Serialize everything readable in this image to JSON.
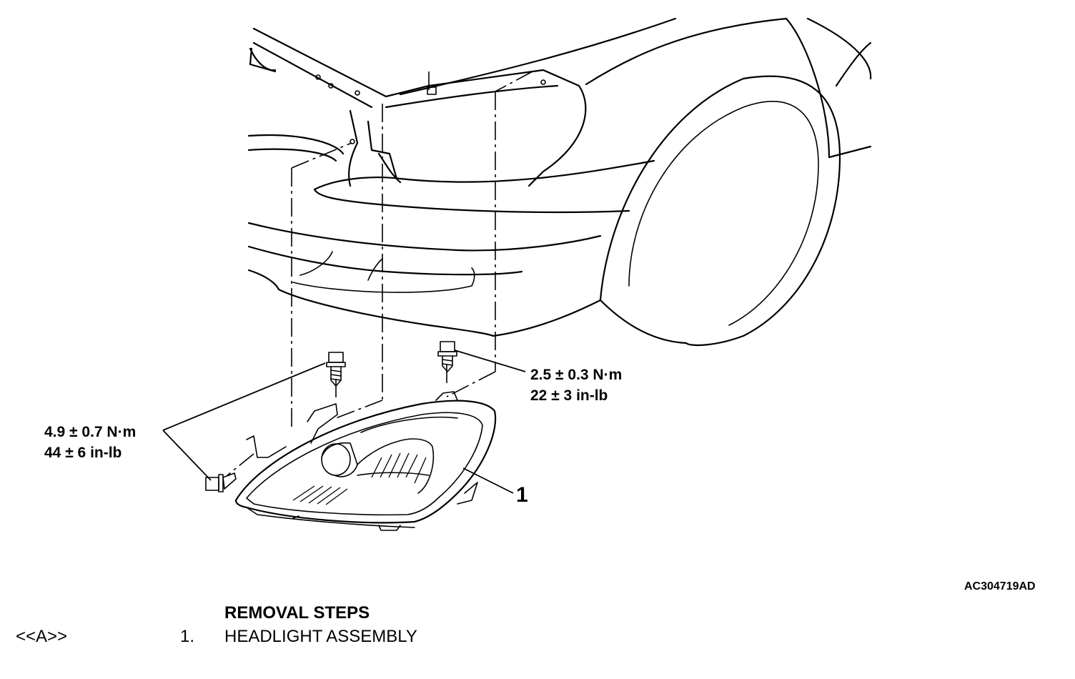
{
  "figure": {
    "id": "AC304719AD",
    "callouts": [
      {
        "label": "1"
      }
    ],
    "torques": [
      {
        "metric": "2.5 ± 0.3 N·m",
        "imperial": "22 ± 3 in-lb"
      },
      {
        "metric": "4.9 ± 0.7 N·m",
        "imperial": "44 ± 6 in-lb"
      }
    ]
  },
  "removal": {
    "title": "REMOVAL STEPS",
    "steps": [
      {
        "ref": "<<A>>",
        "num": "1.",
        "text": "HEADLIGHT ASSEMBLY"
      }
    ]
  }
}
